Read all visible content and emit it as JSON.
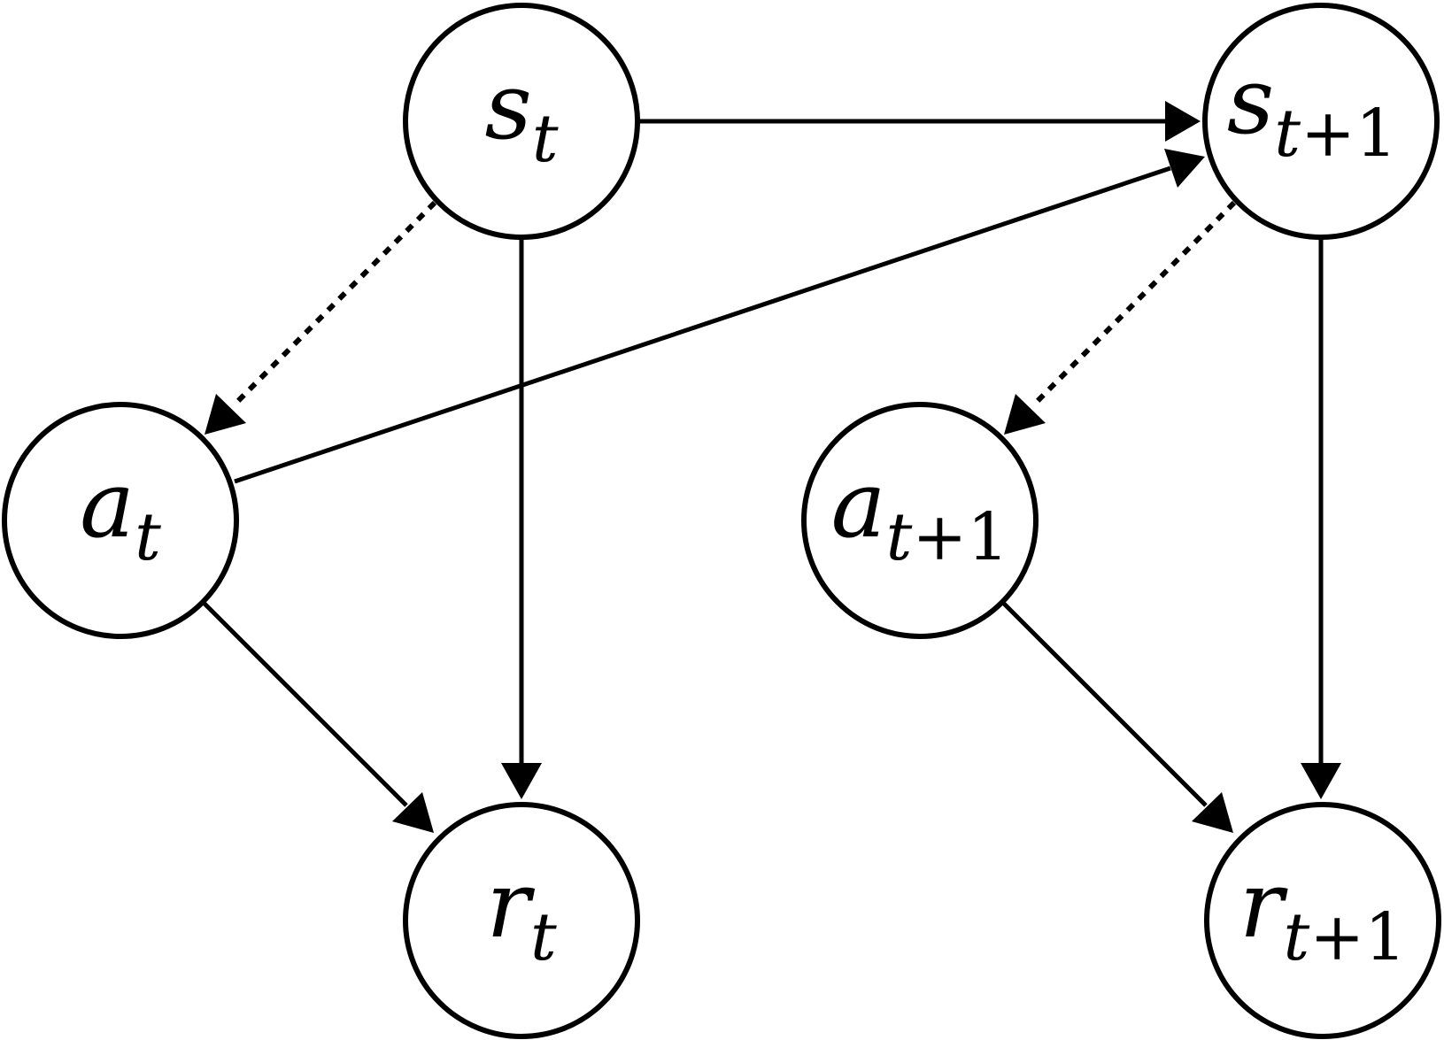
{
  "nodes": {
    "s_t": {
      "main": "s",
      "sub_var": "t",
      "sub_rest": ""
    },
    "s_t1": {
      "main": "s",
      "sub_var": "t",
      "sub_rest": "+1"
    },
    "a_t": {
      "main": "a",
      "sub_var": "t",
      "sub_rest": ""
    },
    "a_t1": {
      "main": "a",
      "sub_var": "t",
      "sub_rest": "+1"
    },
    "r_t": {
      "main": "r",
      "sub_var": "t",
      "sub_rest": ""
    },
    "r_t1": {
      "main": "r",
      "sub_var": "t",
      "sub_rest": "+1"
    }
  },
  "edges": [
    {
      "from": "s_t",
      "to": "s_t1",
      "style": "solid"
    },
    {
      "from": "s_t",
      "to": "r_t",
      "style": "solid"
    },
    {
      "from": "s_t",
      "to": "a_t",
      "style": "dotted"
    },
    {
      "from": "a_t",
      "to": "s_t1",
      "style": "solid"
    },
    {
      "from": "a_t",
      "to": "r_t",
      "style": "solid"
    },
    {
      "from": "s_t1",
      "to": "r_t1",
      "style": "solid"
    },
    {
      "from": "s_t1",
      "to": "a_t1",
      "style": "dotted"
    },
    {
      "from": "a_t1",
      "to": "r_t1",
      "style": "solid"
    }
  ],
  "colors": {
    "stroke": "#000000",
    "background": "#ffffff"
  }
}
